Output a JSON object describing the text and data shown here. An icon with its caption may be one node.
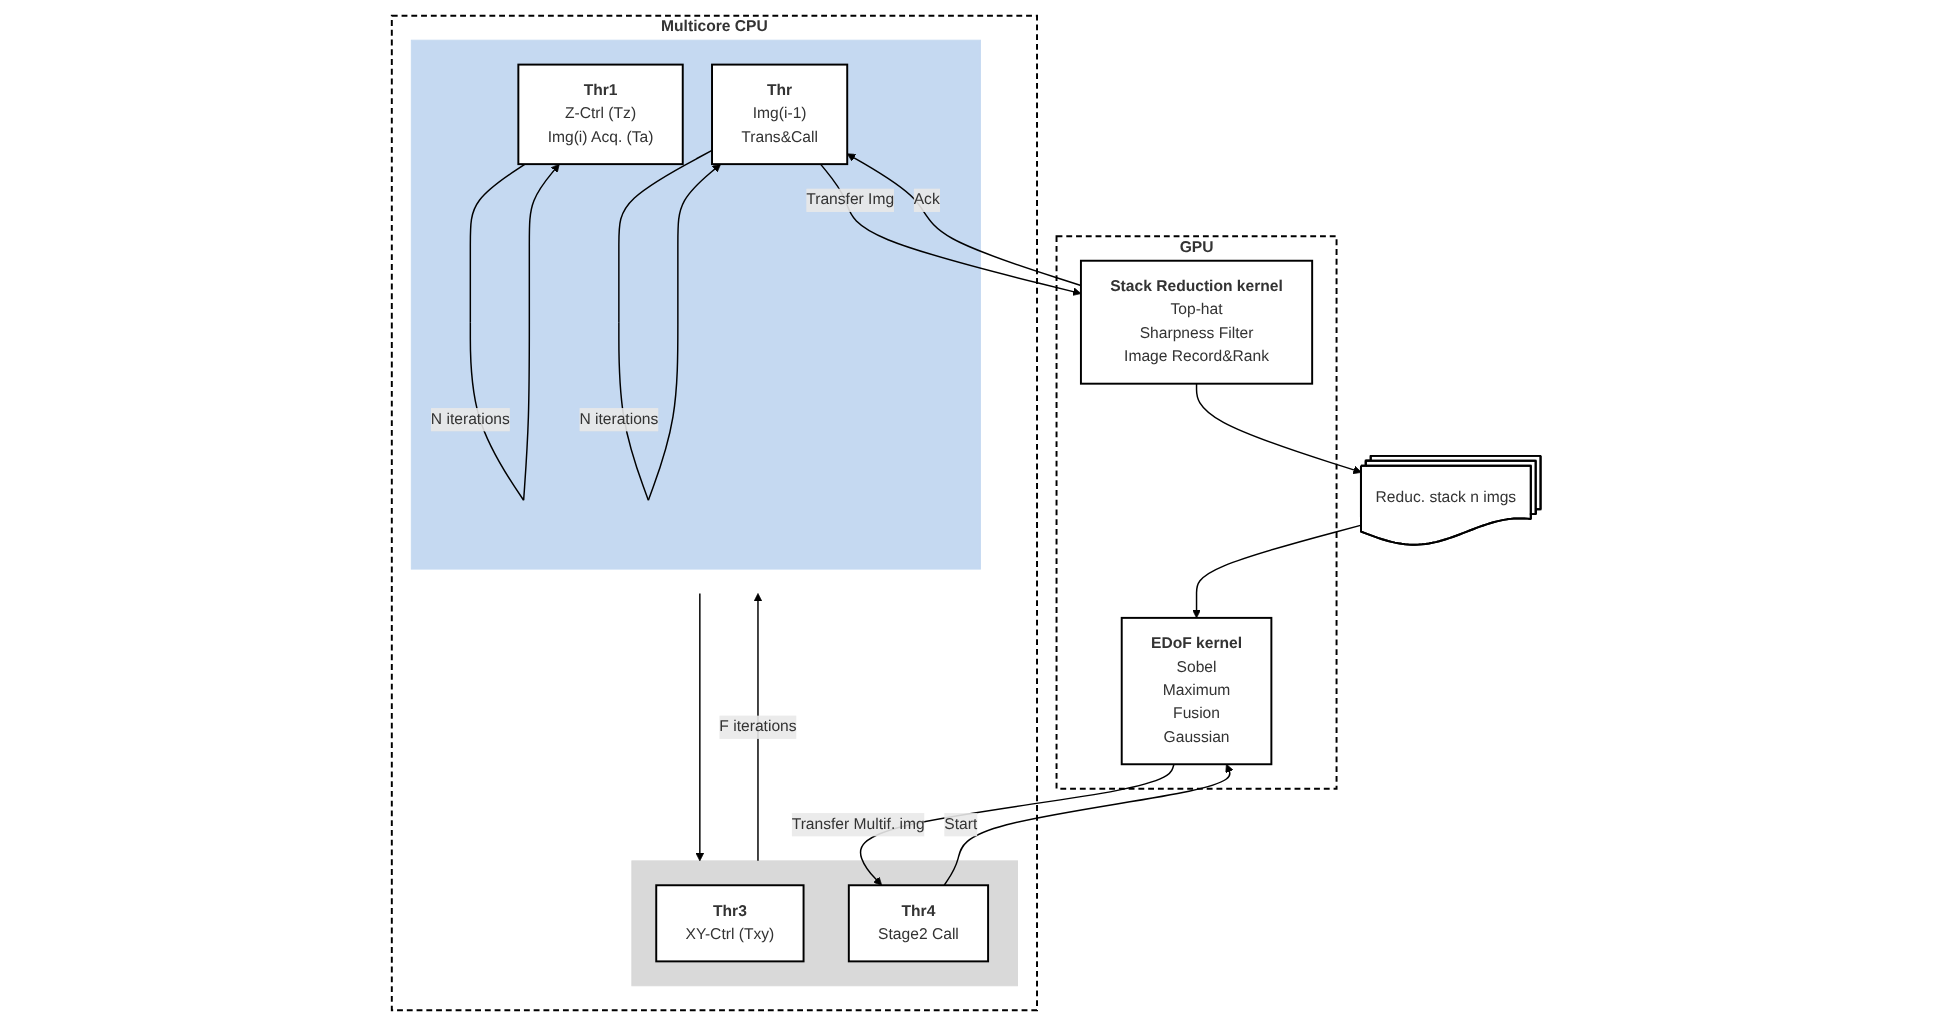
{
  "diagram": {
    "nodes": [
      {
        "text": [
          "Multicore CPU"
        ]
      },
      {
        "text": [],
        "shape": "band",
        "in": 0
      },
      {
        "text": [
          "Thr1",
          "Z-Ctrl (Tz)",
          "Img(i) Acq. (Ta)"
        ],
        "in": 1
      },
      {
        "text": [
          "Thr",
          "Img(i-1)",
          "Trans&Call"
        ],
        "in": 1
      },
      {
        "text": [],
        "shape": "band",
        "in": 0
      },
      {
        "text": [
          "Thr3",
          "XY-Ctrl (Txy)"
        ],
        "in": 4
      },
      {
        "text": [
          "Thr4",
          "Stage2 Call"
        ],
        "in": 4
      },
      {
        "text": [
          "GPU"
        ]
      },
      {
        "text": [
          "Stack Reduction kernel",
          "Top-hat",
          "Sharpness Filter",
          "Image Record&Rank"
        ],
        "in": 7
      },
      {
        "text": [
          "EDoF kernel",
          "Sobel",
          "Maximum",
          "Fusion",
          "Gaussian"
        ],
        "in": 7
      },
      {
        "text": [
          "Reduc. stack n imgs"
        ]
      }
    ],
    "edges": [
      {
        "from": 4,
        "to": 1,
        "arrow": "to",
        "label": "F iterations"
      },
      {
        "from": 1,
        "to": 4,
        "arrow": "to"
      },
      {
        "from": 2,
        "to": 2,
        "arrow": "to",
        "label": "N iterations"
      },
      {
        "from": 3,
        "to": 3,
        "arrow": "to",
        "label": "N iterations"
      },
      {
        "from": 3,
        "to": 8,
        "arrow": "to",
        "label": "Transfer Img"
      },
      {
        "from": 8,
        "to": 3,
        "arrow": "to",
        "label": "Ack"
      },
      {
        "from": 8,
        "to": 10,
        "arrow": "to"
      },
      {
        "from": 10,
        "to": 9,
        "arrow": "to"
      },
      {
        "from": 9,
        "to": 6,
        "arrow": "to",
        "label": "Transfer Multif. img"
      },
      {
        "from": 6,
        "to": 9,
        "arrow": "to",
        "label": "Start"
      }
    ]
  }
}
